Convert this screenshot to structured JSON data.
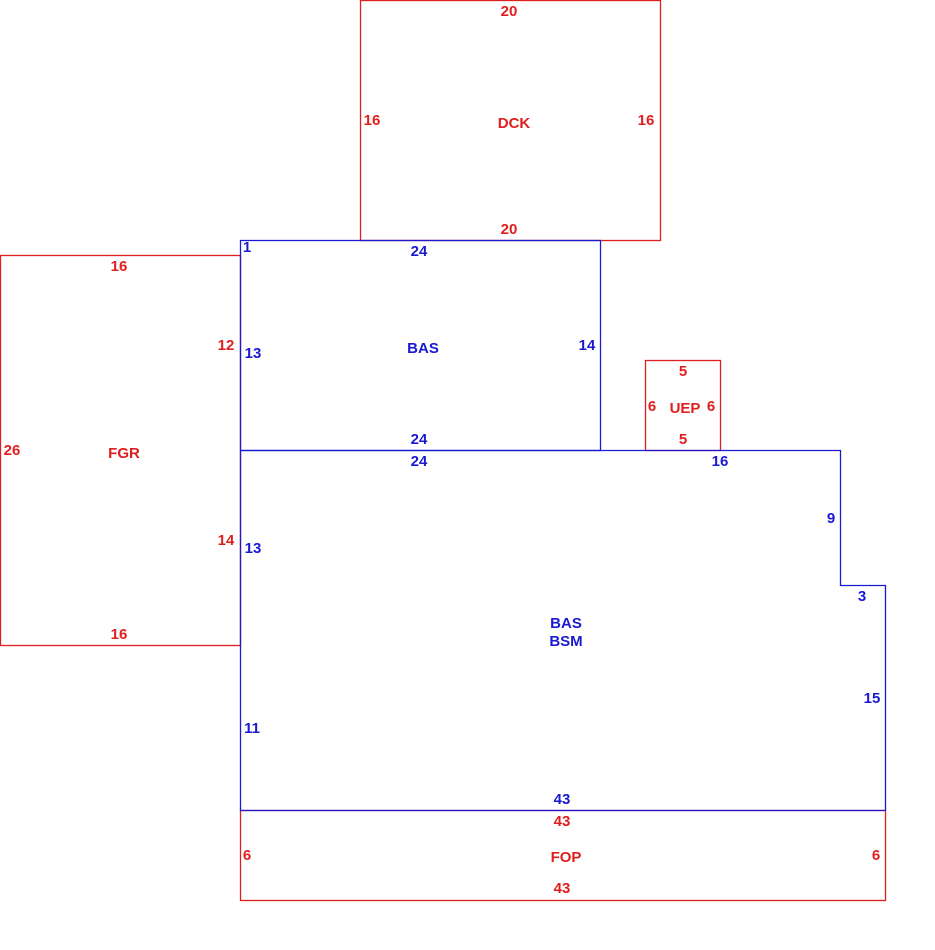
{
  "colors": {
    "red": "#e01e1e",
    "blue": "#1a1ad0"
  },
  "areas": {
    "dck": {
      "name": "DCK",
      "top": "20",
      "bottom": "20",
      "left": "16",
      "right": "16"
    },
    "fgr": {
      "name": "FGR",
      "top": "16",
      "bottom": "16",
      "left": "26",
      "right_upper": "12",
      "right_lower": "14"
    },
    "bas_upper": {
      "name": "BAS",
      "top": "24",
      "bottom": "24",
      "corner": "1",
      "left": "13",
      "right": "14"
    },
    "uep": {
      "name": "UEP",
      "top": "5",
      "bottom": "5",
      "left": "6",
      "right": "6"
    },
    "bas_main": {
      "name_line1": "BAS",
      "name_line2": "BSM",
      "top_left": "24",
      "top_right": "16",
      "left_upper": "13",
      "left_lower": "11",
      "right_upper": "9",
      "step": "3",
      "right_lower": "15",
      "bottom": "43"
    },
    "fop": {
      "name": "FOP",
      "top": "43",
      "bottom": "43",
      "left": "6",
      "right": "6"
    }
  }
}
